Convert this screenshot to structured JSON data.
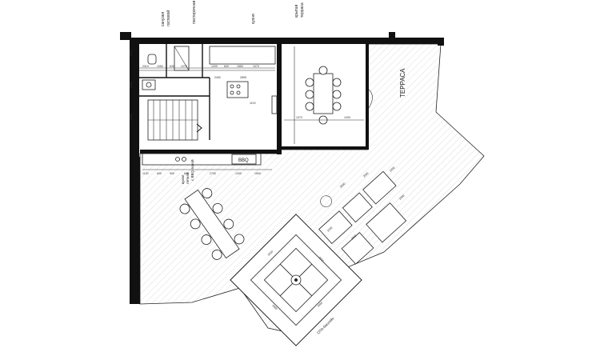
{
  "labels": {
    "bathroom": [
      "санузел",
      "гостевой"
    ],
    "laundry": "постирочная",
    "kitchen": "кухня",
    "covered_terrace": [
      "крытая",
      "терраса"
    ],
    "terrace": "ТЕРРАСА",
    "bbq": "BBQ",
    "outdoor_kitchen": [
      "кухня",
      "летняя",
      "с BBQ-зоной"
    ],
    "spa": "СПА-бассейн"
  },
  "dimensions": {
    "top_row": [
      "2310",
      "1050",
      "630",
      "1270",
      "1200",
      "600",
      "1550",
      "1070"
    ],
    "kitchen_row": [
      "2490",
      "2895",
      "1100",
      "1070",
      "1030"
    ],
    "bbq_row": [
      "1130",
      "600",
      "900",
      "650",
      "2700",
      "1200",
      "1500"
    ],
    "terrace_left": [
      "2370",
      "4000",
      "2040"
    ],
    "lounge": [
      "3000",
      "2000",
      "2200",
      "1500",
      "2800",
      "1900"
    ],
    "spa": [
      "3500",
      "3500",
      "3880",
      "3880"
    ]
  }
}
